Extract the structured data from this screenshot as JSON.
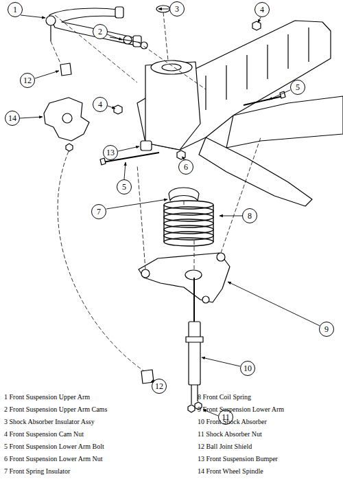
{
  "diagram": {
    "nodes": [
      {
        "text": [
          "1"
        ]
      },
      {
        "text": [
          "3"
        ]
      },
      {
        "text": [
          "4"
        ]
      },
      {
        "text": [
          "2"
        ]
      },
      {
        "text": [
          "12"
        ]
      },
      {
        "text": [
          "4"
        ]
      },
      {
        "text": [
          "5"
        ]
      },
      {
        "text": [
          "14"
        ]
      },
      {
        "text": [
          "13"
        ]
      },
      {
        "text": [
          "5"
        ]
      },
      {
        "text": [
          "6"
        ]
      },
      {
        "text": [
          "7"
        ]
      },
      {
        "text": [
          "8"
        ]
      },
      {
        "text": [
          "9"
        ]
      },
      {
        "text": [
          "12"
        ]
      },
      {
        "text": [
          "10"
        ]
      },
      {
        "text": [
          "11"
        ]
      }
    ],
    "labels": [
      "1 Front Suspension Upper Arm",
      "2 Front Suspension Upper Arm Cams",
      "3 Shock Absorber Insulator Assy",
      "4 Front Suspension Cam Nut",
      "5 Front Suspension Lower Arm Bolt",
      "6 Front Suspension Lower Arm Nut",
      "7 Front Spring Insulator",
      "8 Front Coil Spring",
      "9 Front Suspension Lower Arm",
      "10 Front Shock Absorber",
      "11 Shock Absorber Nut",
      "12 Ball Joint Shield",
      "13 Front Suspension Bumper",
      "14 Front Wheel Spindle"
    ]
  }
}
